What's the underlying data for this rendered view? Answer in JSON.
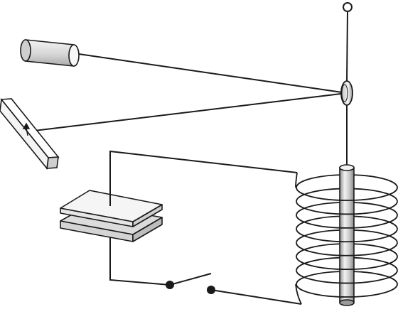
{
  "diagram": {
    "components": [
      "light-source",
      "scale",
      "mirror",
      "suspension-wire",
      "capacitor",
      "switch",
      "solenoid",
      "iron-core"
    ],
    "solenoid_turns": 8,
    "colors": {
      "stroke": "#1a1a1a",
      "background": "#ffffff",
      "plate_fill": "#ededed",
      "core_light": "#f2f2f2",
      "core_dark": "#8a8a8a"
    }
  }
}
